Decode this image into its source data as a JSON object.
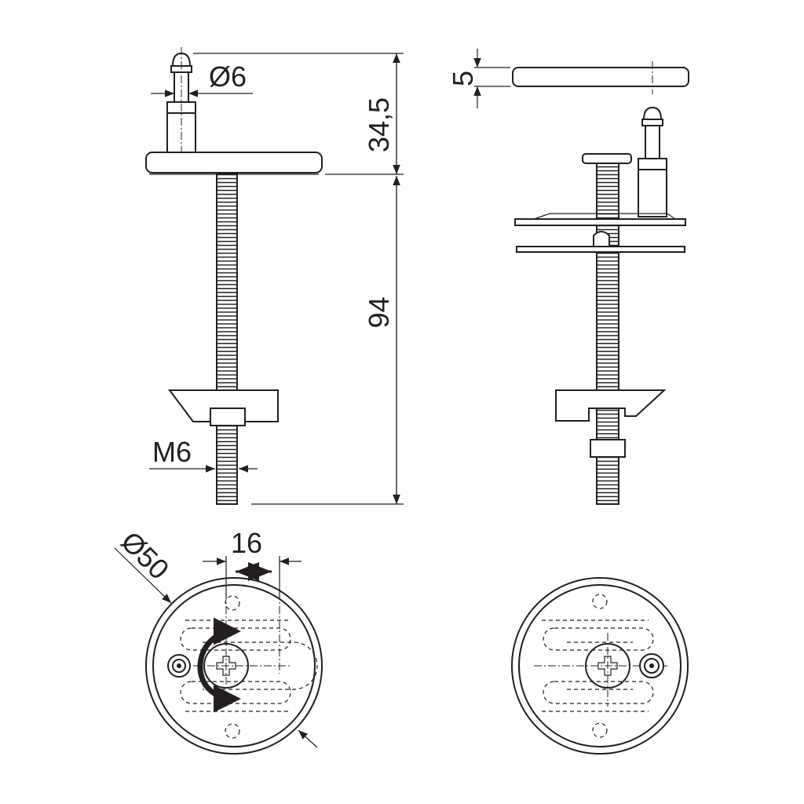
{
  "dimensions": {
    "pin_diameter": "Ø6",
    "top_height": "34,5",
    "bolt_length": "94",
    "thread": "M6",
    "cap_thickness": "5",
    "base_diameter": "Ø50",
    "slot_travel": "16"
  },
  "colors": {
    "line": "#231f20",
    "background": "#ffffff"
  }
}
